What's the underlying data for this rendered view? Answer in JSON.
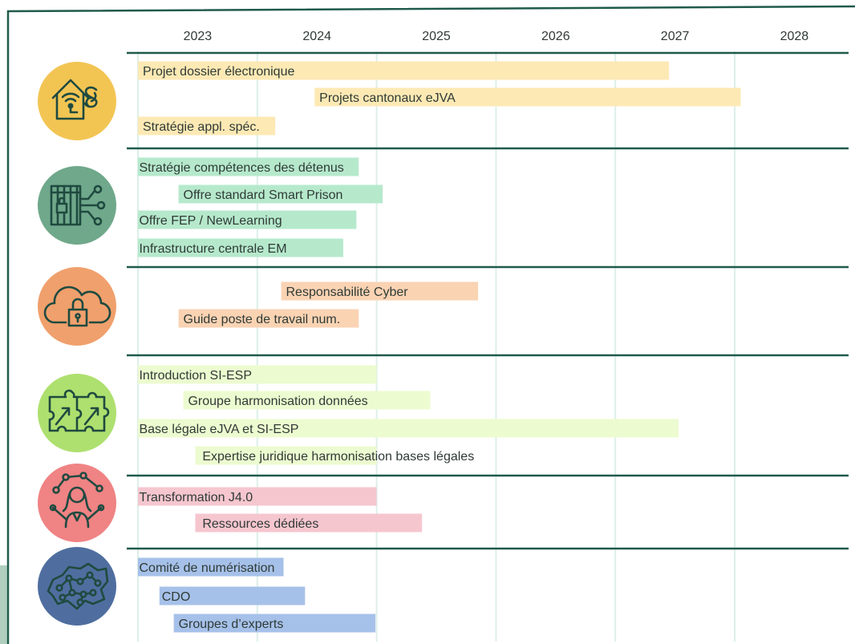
{
  "chart_data": {
    "type": "gantt",
    "x_axis": {
      "ticks": [
        "2023",
        "2024",
        "2025",
        "2026",
        "2027",
        "2028"
      ],
      "range": [
        2023.0,
        2029.0
      ]
    },
    "colors": {
      "frame": "#1f5a4b",
      "gridline": "#dcefe8",
      "divider": "#1f5a4b",
      "icon_stroke": "#1f4a40"
    },
    "groups": [
      {
        "icon": "house-law-icon",
        "icon_color": "#f2c553",
        "bar_color": "#fde9b4",
        "bars": [
          {
            "label": "Projet dossier électronique",
            "start": 2023.0,
            "end": 2027.45,
            "label_at": 2023.04
          },
          {
            "label": "Projets cantonaux eJVA",
            "start": 2024.48,
            "end": 2028.05,
            "label_at": 2024.52
          },
          {
            "label": "Stratégie appl. spéc.",
            "start": 2023.0,
            "end": 2024.15,
            "label_at": 2023.04
          }
        ]
      },
      {
        "icon": "prison-network-icon",
        "icon_color": "#6fa88a",
        "bar_color": "#b6e9cc",
        "bars": [
          {
            "label": "Stratégie compétences des détenus",
            "start": 2023.0,
            "end": 2024.85,
            "label_at": 2023.01
          },
          {
            "label": "Offre standard Smart Prison",
            "start": 2023.34,
            "end": 2025.05,
            "label_at": 2023.38
          },
          {
            "label": "Offre FEP / NewLearning",
            "start": 2023.0,
            "end": 2024.83,
            "label_at": 2023.01
          },
          {
            "label": "Infrastructure centrale EM",
            "start": 2023.0,
            "end": 2024.72,
            "label_at": 2023.01
          }
        ]
      },
      {
        "icon": "cloud-lock-icon",
        "icon_color": "#f0a06c",
        "bar_color": "#fad3b3",
        "bars": [
          {
            "label": "Responsabilité Cyber",
            "start": 2024.2,
            "end": 2025.85,
            "label_at": 2024.24
          },
          {
            "label": "Guide poste de travail num.",
            "start": 2023.34,
            "end": 2024.85,
            "label_at": 2023.38
          }
        ]
      },
      {
        "icon": "puzzle-arrows-icon",
        "icon_color": "#aee06f",
        "bar_color": "#edfbd0",
        "bars": [
          {
            "label": "Introduction SI-ESP",
            "start": 2023.0,
            "end": 2025.0,
            "label_at": 2023.01
          },
          {
            "label": "Groupe harmonisation données",
            "start": 2023.38,
            "end": 2025.45,
            "label_at": 2023.42
          },
          {
            "label": "Base légale eJVA et SI-ESP",
            "start": 2023.0,
            "end": 2027.53,
            "label_at": 2023.01
          },
          {
            "label": "Expertise juridique harmonisation bases légales",
            "start": 2023.48,
            "end": 2025.0,
            "label_at": 2023.54
          }
        ]
      },
      {
        "icon": "person-network-icon",
        "icon_color": "#f08384",
        "bar_color": "#f6c6cf",
        "bars": [
          {
            "label": "Transformation J4.0",
            "start": 2023.0,
            "end": 2025.0,
            "label_at": 2023.01
          },
          {
            "label": "Ressources dédiées",
            "start": 2023.48,
            "end": 2025.38,
            "label_at": 2023.54
          }
        ]
      },
      {
        "icon": "switzerland-network-icon",
        "icon_color": "#4f6e9f",
        "bar_color": "#a6c1e9",
        "bars": [
          {
            "label": "Comité de numérisation",
            "start": 2023.0,
            "end": 2024.22,
            "label_at": 2023.01
          },
          {
            "label": "CDO",
            "start": 2023.18,
            "end": 2024.4,
            "label_at": 2023.2
          },
          {
            "label": "Groupes d’experts",
            "start": 2023.3,
            "end": 2024.99,
            "label_at": 2023.34
          }
        ]
      }
    ]
  }
}
